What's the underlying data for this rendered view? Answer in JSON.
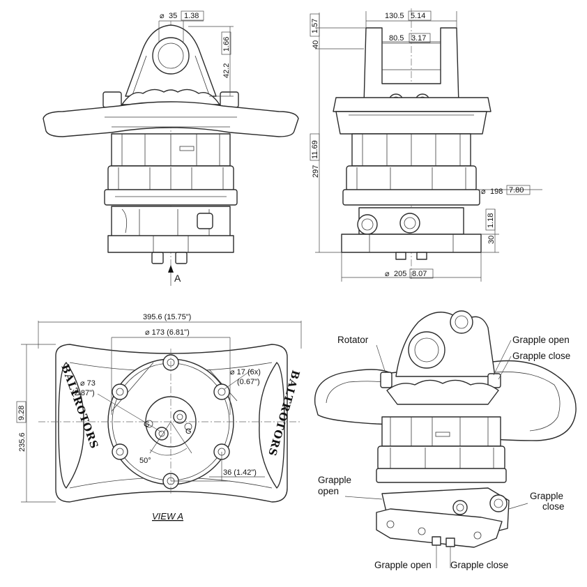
{
  "front_view": {
    "pin_diameter": {
      "symbol": "⌀",
      "mm": "35",
      "inch": "1.38"
    },
    "pin_height": {
      "mm": "42.2",
      "inch": "1.66"
    },
    "view_arrow_label": "A"
  },
  "side_view": {
    "link_width": {
      "mm": "130.5",
      "inch": "5.14"
    },
    "inner_width": {
      "mm": "80.5",
      "inch": "3.17"
    },
    "top_height": {
      "mm": "40",
      "inch": "1.57"
    },
    "total_height": {
      "mm": "297",
      "inch": "11.69"
    },
    "housing_diameter": {
      "symbol": "⌀",
      "mm": "198",
      "inch": "7.80"
    },
    "base_height": {
      "mm": "30",
      "inch": "1.18"
    },
    "base_diameter": {
      "symbol": "⌀",
      "mm": "205",
      "inch": "8.07"
    }
  },
  "view_a": {
    "overall_width": "395.6 (15.75\")",
    "overall_height": {
      "mm": "235.6",
      "inch": "9.28"
    },
    "flange_diameter": "⌀ 173 (6.81\")",
    "hole_diameter_line1": "⌀ 17 (6x)",
    "hole_diameter_line2": "(0.67\")",
    "pcd_line1": "⌀ 73",
    "pcd_line2": "(2.87\")",
    "angle": "50°",
    "offset": "36 (1.42\")",
    "brand_text": "BALTROTORS",
    "port_label_left": "G",
    "port_label_right": "G",
    "caption": "VIEW A"
  },
  "iso_view": {
    "labels": {
      "rotator": "Rotator",
      "grapple_open_top": "Grapple open",
      "grapple_close_top": "Grapple close",
      "grapple_open_left_line1": "Grapple",
      "grapple_open_left_line2": "open",
      "grapple_close_right_line1": "Grapple",
      "grapple_close_right_line2": "close",
      "grapple_open_bottom": "Grapple open",
      "grapple_close_bottom": "Grapple close"
    }
  }
}
